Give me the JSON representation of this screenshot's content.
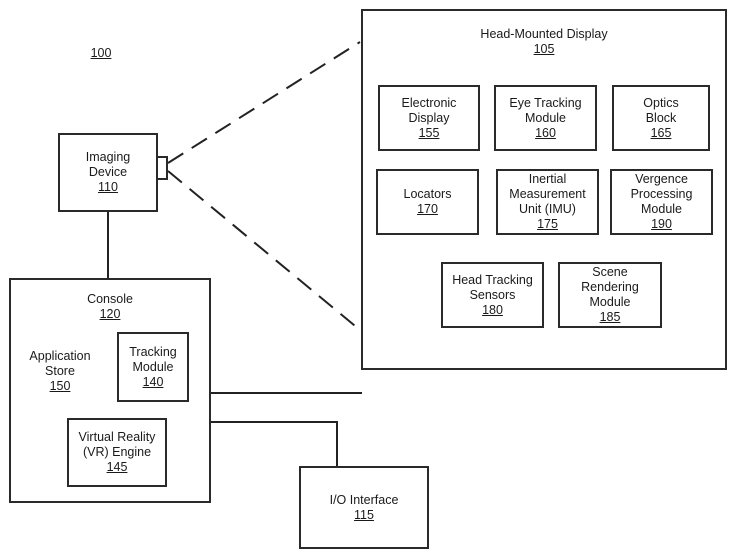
{
  "figure_ref": "100",
  "hmd": {
    "title": "Head-Mounted Display",
    "num": "105"
  },
  "modules": {
    "electronic_display": {
      "l1": "Electronic",
      "l2": "Display",
      "num": "155"
    },
    "eye_tracking": {
      "l1": "Eye Tracking",
      "l2": "Module",
      "num": "160"
    },
    "optics_block": {
      "l1": "Optics",
      "l2": "Block",
      "num": "165"
    },
    "locators": {
      "l1": "Locators",
      "num": "170"
    },
    "imu": {
      "l1": "Inertial",
      "l2": "Measurement",
      "l3": "Unit (IMU)",
      "num": "175"
    },
    "vergence": {
      "l1": "Vergence",
      "l2": "Processing",
      "l3": "Module",
      "num": "190"
    },
    "head_tracking": {
      "l1": "Head Tracking",
      "l2": "Sensors",
      "num": "180"
    },
    "scene_rendering": {
      "l1": "Scene",
      "l2": "Rendering",
      "l3": "Module",
      "num": "185"
    }
  },
  "imaging": {
    "l1": "Imaging",
    "l2": "Device",
    "num": "110"
  },
  "console": {
    "title": "Console",
    "num": "120"
  },
  "app_store": {
    "l1": "Application",
    "l2": "Store",
    "num": "150"
  },
  "tracking": {
    "l1": "Tracking",
    "l2": "Module",
    "num": "140"
  },
  "vr_engine": {
    "l1": "Virtual Reality",
    "l2": "(VR) Engine",
    "num": "145"
  },
  "io": {
    "l1": "I/O Interface",
    "num": "115"
  }
}
